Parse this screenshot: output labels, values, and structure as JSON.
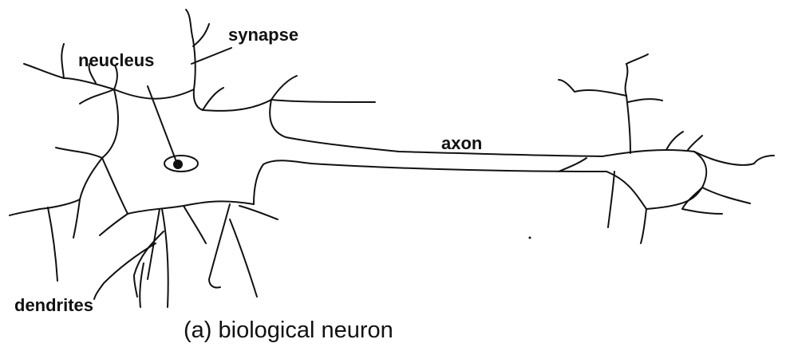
{
  "labels": {
    "synapse": "synapse",
    "nucleus": "neucleus",
    "axon": "axon",
    "dendrites": "dendrites"
  },
  "caption": "(a) biological neuron",
  "colors": {
    "ink": "#111111",
    "background": "#ffffff"
  }
}
